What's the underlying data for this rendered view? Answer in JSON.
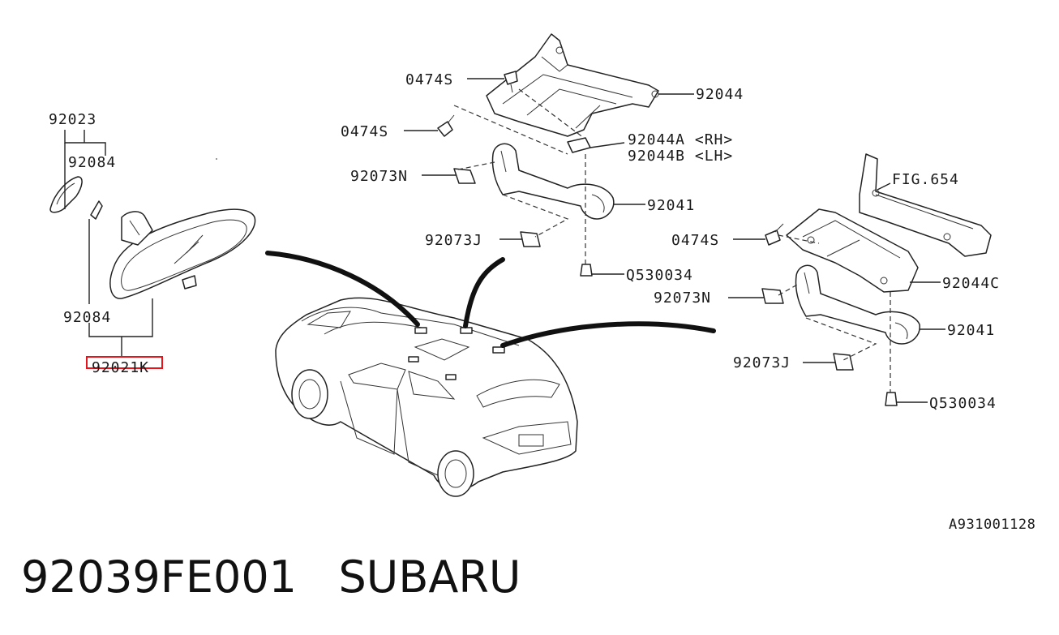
{
  "labels": {
    "l_92023": "92023",
    "l_92084_top": "92084",
    "l_92084_bot": "92084",
    "l_92021k": "92021K",
    "l_0474s_a": "0474S",
    "l_0474s_b": "0474S",
    "l_92044": "92044",
    "l_92044a": "92044A <RH>",
    "l_92044b": "92044B <LH>",
    "l_92073n_a": "92073N",
    "l_92041_a": "92041",
    "l_92073j_a": "92073J",
    "l_q530034_a": "Q530034",
    "l_fig654": "FIG.654",
    "l_0474s_c": "0474S",
    "l_92044c": "92044C",
    "l_92073n_b": "92073N",
    "l_92041_b": "92041",
    "l_92073j_b": "92073J",
    "l_q530034_b": "Q530034",
    "ref_code": "A931001128"
  },
  "highlight_color": "#e8141c",
  "caption": {
    "part_number": "92039FE001",
    "brand": "SUBARU"
  }
}
